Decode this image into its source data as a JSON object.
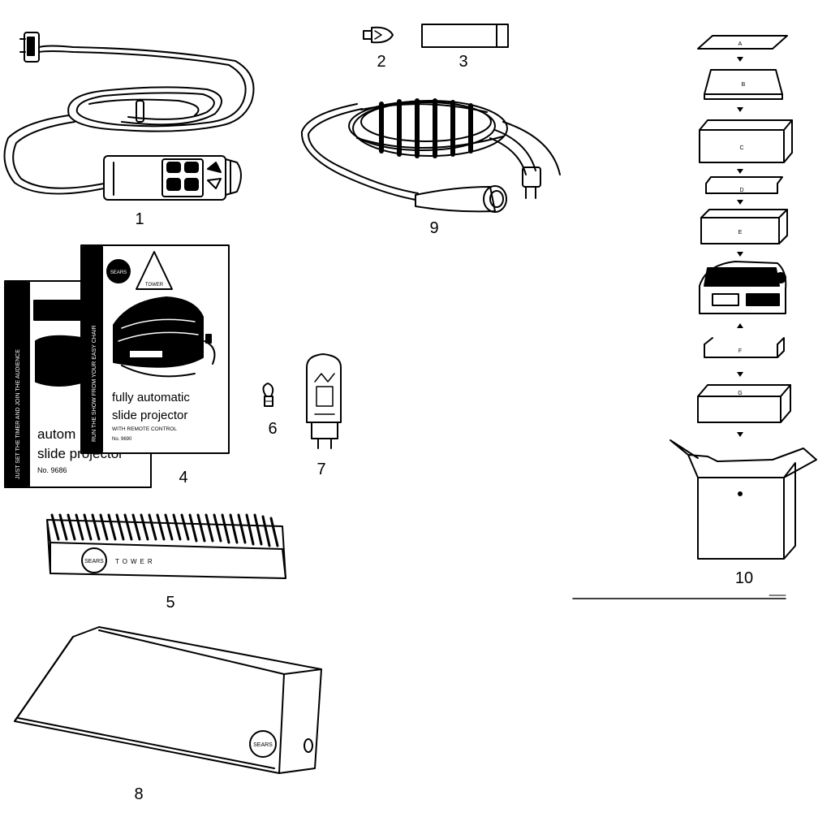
{
  "parts": [
    {
      "id": "1",
      "label": "1"
    },
    {
      "id": "2",
      "label": "2"
    },
    {
      "id": "3",
      "label": "3"
    },
    {
      "id": "4",
      "label": "4"
    },
    {
      "id": "5",
      "label": "5"
    },
    {
      "id": "6",
      "label": "6"
    },
    {
      "id": "7",
      "label": "7"
    },
    {
      "id": "8",
      "label": "8"
    },
    {
      "id": "9",
      "label": "9"
    },
    {
      "id": "10",
      "label": "10"
    }
  ],
  "manual_front": {
    "title_line1": "fully automatic",
    "title_line2": "slide projector",
    "subtitle": "WITH REMOTE CONTROL",
    "model": "No. 9690",
    "spine": "RUN THE SHOW FROM YOUR EASY CHAIR",
    "badge_logo": "SEARS",
    "badge_brand": "TOWER"
  },
  "manual_back": {
    "title_line1": "autom",
    "title_line2": "slide projector",
    "model": "No. 9686",
    "spine": "JUST SET THE TIMER AND JOIN THE AUDIENCE"
  },
  "tray": {
    "logo": "SEARS",
    "brand": "TOWER"
  },
  "cover": {
    "logo": "SEARS"
  },
  "packing_labels": [
    "A",
    "B",
    "C",
    "D",
    "E",
    "F",
    "G"
  ]
}
